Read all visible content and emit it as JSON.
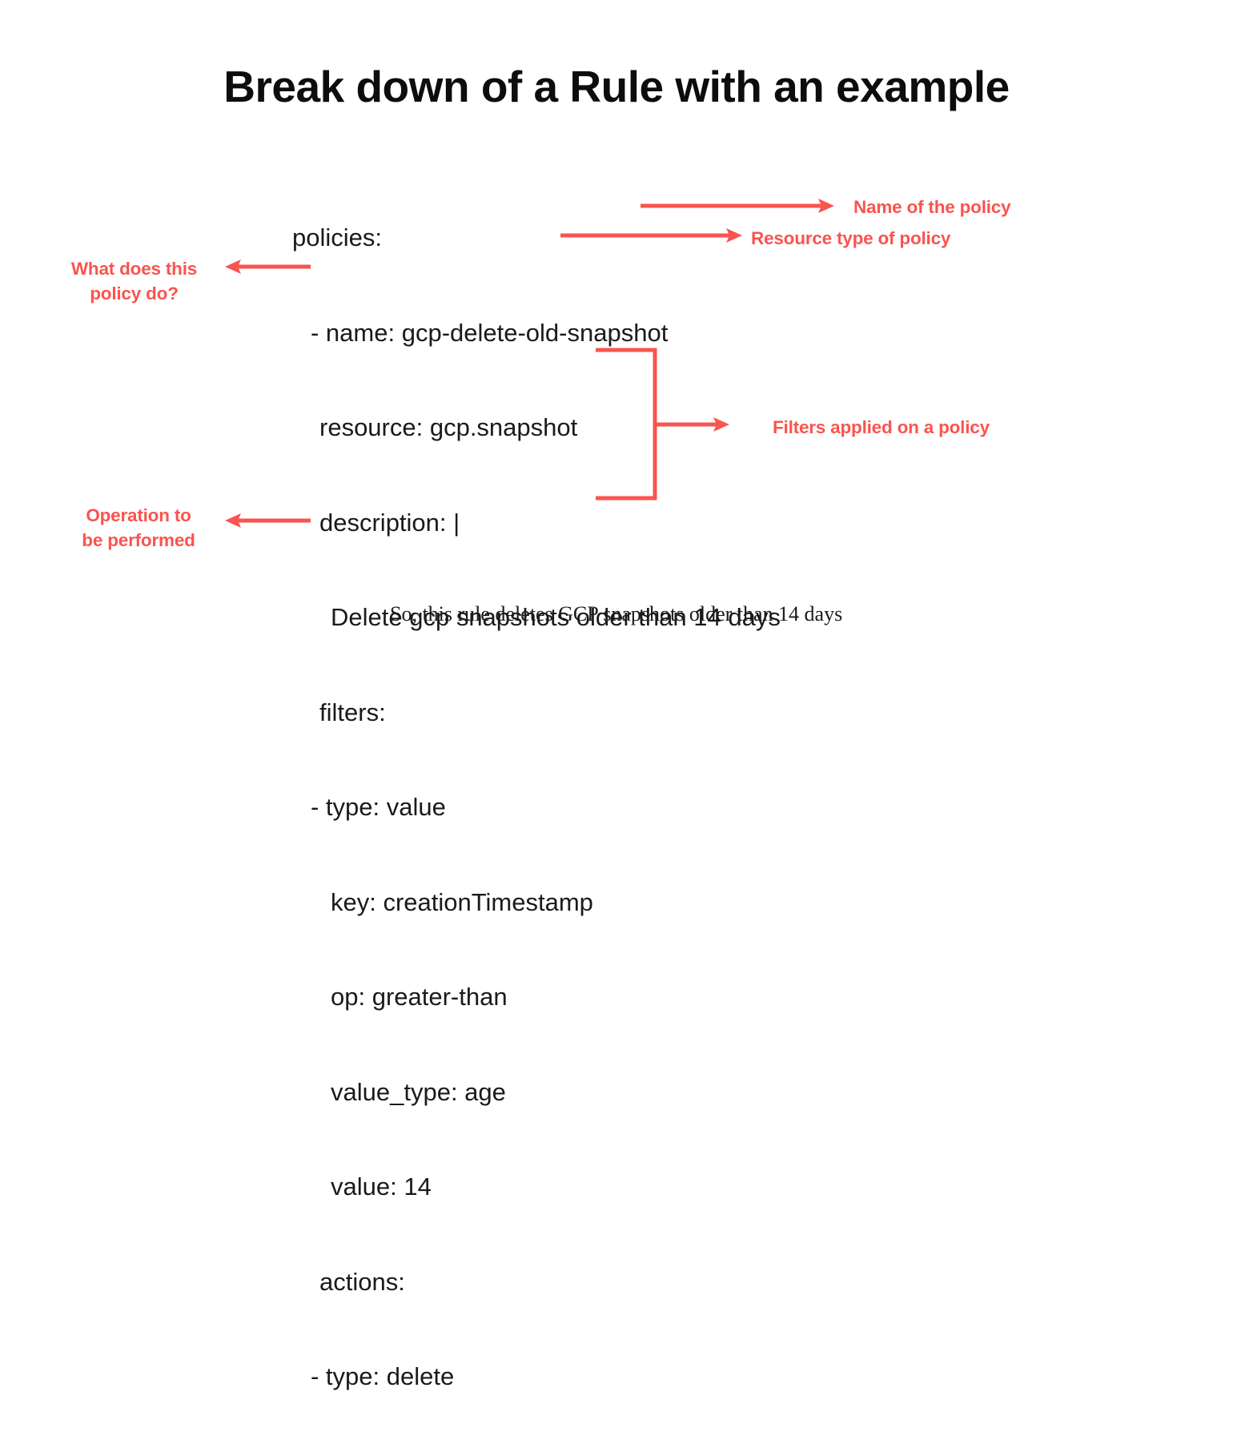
{
  "slide": {
    "title": "Break down of a Rule with an example",
    "background_color": "#ffffff",
    "accent_color": "#f9544f",
    "text_color": "#1a1a1a"
  },
  "code": {
    "language": "yaml",
    "lines": [
      {
        "indent": 0,
        "text": "policies:"
      },
      {
        "indent": 1,
        "text": "- name: gcp-delete-old-snapshot"
      },
      {
        "indent": 2,
        "text": "resource: gcp.snapshot"
      },
      {
        "indent": 2,
        "text": "description: |"
      },
      {
        "indent": 3,
        "text": "Delete gcp snapshots older than 14 days"
      },
      {
        "indent": 2,
        "text": "filters:"
      },
      {
        "indent": 1,
        "text": "- type: value"
      },
      {
        "indent": 3,
        "text": "key: creationTimestamp"
      },
      {
        "indent": 3,
        "text": "op: greater-than"
      },
      {
        "indent": 3,
        "text": "value_type: age"
      },
      {
        "indent": 3,
        "text": "value: 14"
      },
      {
        "indent": 2,
        "text": "actions:"
      },
      {
        "indent": 1,
        "text": "- type: delete"
      }
    ]
  },
  "annotations": {
    "name_label": "Name of the policy",
    "resource_label": "Resource type of policy",
    "filters_label": "Filters applied on a policy",
    "description_label": "What does this\npolicy do?",
    "actions_label": "Operation to\nbe performed"
  },
  "caption": "So, this rule deletes GCP snapshots older than 14 days"
}
